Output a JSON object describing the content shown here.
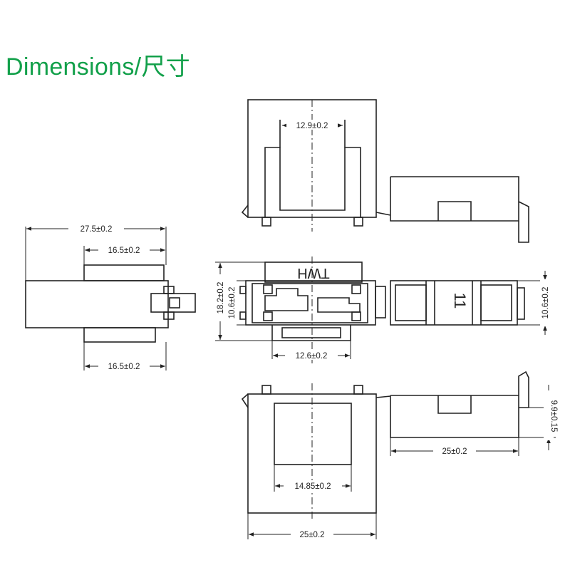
{
  "title": "Dimensions/尺寸",
  "markings": {
    "brand": "HWT",
    "code": "11"
  },
  "dimensions": {
    "top_inner": "12.9±0.2",
    "side_overall": "27.5±0.2",
    "side_upper": "16.5±0.2",
    "side_lower": "16.5±0.2",
    "mid_height_outer": "18.2±0.2",
    "mid_height_inner": "10.6±0.2",
    "mid_tab": "12.6±0.2",
    "right_height": "10.6±0.2",
    "bottom_inner": "14.85±0.2",
    "bottom_overall": "25±0.2",
    "right_length": "25±0.2",
    "right_thickness": "9.9±0.15"
  }
}
